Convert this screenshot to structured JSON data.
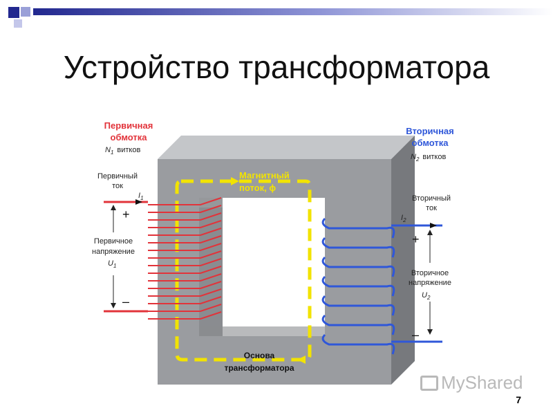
{
  "slide": {
    "title": "Устройство трансформатора",
    "page_number": "7"
  },
  "watermark": {
    "brand": "MyShared",
    "icon": "presentation-board-icon"
  },
  "diagram": {
    "primary_winding": {
      "heading_line1": "Первичная",
      "heading_line2": "обмотка",
      "turns_symbol": "N",
      "turns_subscript": "1",
      "turns_word": "витков",
      "current_line1": "Первичный",
      "current_line2": "ток",
      "current_symbol": "I",
      "current_subscript": "1",
      "voltage_line1": "Первичное",
      "voltage_line2": "напряжение",
      "voltage_symbol": "U",
      "voltage_subscript": "1",
      "plus": "+",
      "minus": "–"
    },
    "secondary_winding": {
      "heading_line1": "Вторичная",
      "heading_line2": "обмотка",
      "turns_symbol": "N",
      "turns_subscript": "2",
      "turns_word": "витков",
      "current_line1": "Вторичный",
      "current_line2": "ток",
      "current_symbol": "I",
      "current_subscript": "2",
      "voltage_line1": "Вторичное",
      "voltage_line2": "напряжение",
      "voltage_symbol": "U",
      "voltage_subscript": "2",
      "plus": "+",
      "minus": "–"
    },
    "flux": {
      "line1": "Магнитный",
      "line2": "поток, ϕ"
    },
    "core": {
      "line1": "Основа",
      "line2": "трансформатора"
    },
    "colors": {
      "primary": "#e2333a",
      "secondary": "#2f57d9",
      "flux": "#f2e300",
      "core_front": "#9a9ca0",
      "core_top": "#c4c6c9",
      "core_side": "#77797d"
    }
  }
}
